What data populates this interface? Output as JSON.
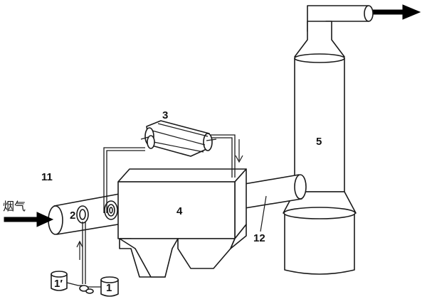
{
  "labels": {
    "flue_gas": "烟气",
    "item_1_prime": "1′",
    "item_1": "1",
    "item_2": "2",
    "item_3": "3",
    "item_4": "4",
    "item_5": "5",
    "item_11": "11",
    "item_12": "12"
  },
  "colors": {
    "line": "#1a1a1a",
    "arrow": "#000000",
    "background": "#ffffff"
  }
}
